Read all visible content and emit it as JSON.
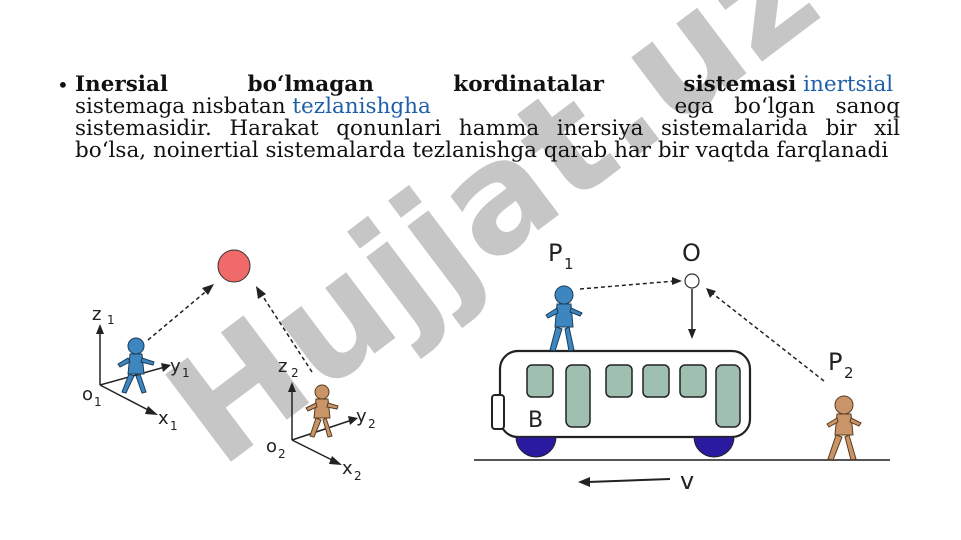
{
  "watermark": {
    "text": "Hujjat.uz",
    "color": "#b9b9b9",
    "accent": "#c8c0e8"
  },
  "paragraph": {
    "bold_words": [
      "Inersial",
      "bo‘lmagan",
      "kordinatalar",
      "sistemasi"
    ],
    "link1": "inertsial",
    "line2_start": "sistemaga nisbatan",
    "link2": "tezlanishgha",
    "line2_end": "ega   bo‘lgan   sanoq",
    "rest": "sistemasidir. Harakat qonunlari hamma inersiya sistemalarida bir xil bo‘lsa, noinertial sistemalarda tezlanishga qarab har bir vaqtda farqlanadi"
  },
  "left_figure": {
    "frame1": {
      "z": "z",
      "z_sub": "1",
      "y": "y",
      "y_sub": "1",
      "o": "o",
      "o_sub": "1",
      "x": "x",
      "x_sub": "1"
    },
    "frame2": {
      "z": "z",
      "z_sub": "2",
      "y": "y",
      "y_sub": "2",
      "o": "o",
      "o_sub": "2",
      "x": "x",
      "x_sub": "2"
    },
    "colors": {
      "ball": "#f06a6a",
      "person1": "#3d86bf",
      "person2": "#c89468"
    }
  },
  "right_figure": {
    "p1": "P",
    "p1_sub": "1",
    "o": "O",
    "p2": "P",
    "p2_sub": "2",
    "bus": "B",
    "v": "v",
    "colors": {
      "window": "#9fbfb0",
      "wheel": "#2a1aa0",
      "person1": "#3d86bf",
      "person2": "#c89468"
    }
  }
}
